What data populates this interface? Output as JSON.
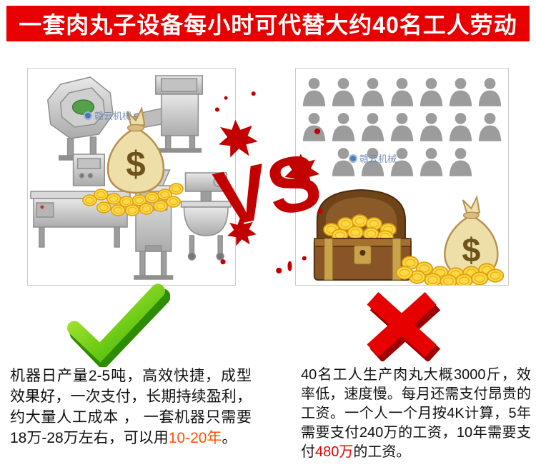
{
  "banner": {
    "title": "一套肉丸子设备每小时可代替大约40名工人劳动"
  },
  "vs": {
    "label": "VS"
  },
  "brand": {
    "watermark": "赣云机械"
  },
  "money_bag": {
    "symbol": "$"
  },
  "machines_panel": {
    "icons": [
      "octagon-mixer",
      "meat-grinder",
      "control-cabinet",
      "cooking-line",
      "forming-machine",
      "stirring-mixer",
      "money-bag",
      "gold-coins"
    ]
  },
  "workers_panel": {
    "people_rows": [
      7,
      7,
      5
    ],
    "icons": [
      "worker-silhouettes",
      "treasure-chest",
      "money-bag",
      "gold-coins"
    ]
  },
  "left_text": {
    "part1": "机器日产量2-5吨，高效快捷，成型效果好，一次支付，长期持续盈利，约大量人工成本 ， 一套机器只需要18万-28万左右，可以用",
    "highlight": "10-20年",
    "part2": "。"
  },
  "right_text": {
    "part1": "40名工人生产肉丸大概3000斤，效率低，速度慢。每月还需支付昂贵的工资。一个人一个月按4K计算，5年需要支付240万的工资，10年需要支付",
    "highlight": "480万",
    "part2": "的工资。"
  },
  "colors": {
    "banner_bg": "#e80000",
    "vs_red": "#c30000",
    "check_green": "#54c500",
    "x_red": "#e60000",
    "highlight_orange": "#ff5400",
    "highlight_red": "#e60000",
    "silhouette_gray": "#9c9c9c",
    "panel_border": "#cccccc"
  }
}
